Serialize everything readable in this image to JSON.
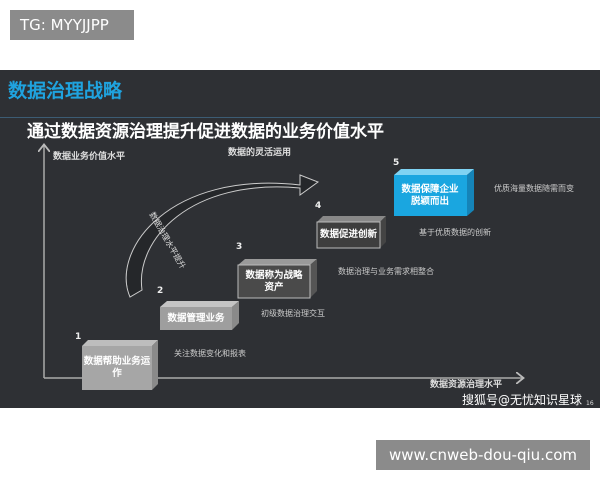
{
  "tag": "TG: MYYJJPP",
  "slide": {
    "header": "数据治理战略",
    "subtitle": "通过数据资源治理提升促进数据的业务价值水平",
    "y_axis_label": "数据业务价值水平",
    "x_axis_label": "数据资源治理水平",
    "top_arrow_label": "数据的灵活运用",
    "curve_label": "数据治理水平提升",
    "steps": [
      {
        "num": "1",
        "label": "数据帮助业务运作",
        "desc": "关注数据变化和报表"
      },
      {
        "num": "2",
        "label": "数据管理业务",
        "desc": "初级数据治理交互"
      },
      {
        "num": "3",
        "label": "数据称为战略资产",
        "desc": "数据治理与业务需求相整合"
      },
      {
        "num": "4",
        "label": "数据促进创新",
        "desc": "基于优质数据的创新"
      },
      {
        "num": "5",
        "label": "数据保障企业脱颖而出",
        "desc": "优质海量数据随需而变"
      }
    ],
    "watermark": "搜狐号@无忧知识星球",
    "page_number": "16",
    "colors": {
      "header": "#1fa3df",
      "highlight_box": "#1aa6e0",
      "background": "#2e3034"
    }
  },
  "url": "www.cnweb-dou-qiu.com"
}
